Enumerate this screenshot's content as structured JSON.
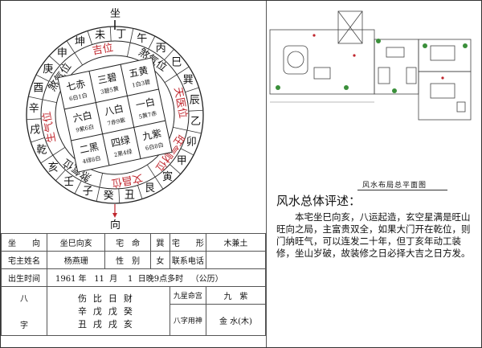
{
  "compass": {
    "top_label": "坐",
    "bottom_label": "向",
    "outer_ring": [
      "癸",
      "丑",
      "艮",
      "寅",
      "甲",
      "卯",
      "乙",
      "辰",
      "巽",
      "巳",
      "丙",
      "午",
      "丁",
      "未",
      "坤",
      "申",
      "庚",
      "酉",
      "辛",
      "戌",
      "乾",
      "亥",
      "壬",
      "子"
    ],
    "mid_ring": [
      "吉位",
      "煞气位",
      "生气位",
      "煞气位",
      "文昌位",
      "旺气财位",
      "天医位",
      "煞气位"
    ],
    "grid": [
      {
        "main": "七赤",
        "sub": "6白1白"
      },
      {
        "main": "三碧",
        "sub": "3碧5黄"
      },
      {
        "main": "五黄",
        "sub": "1白3碧"
      },
      {
        "main": "六白",
        "sub": "9紫6白"
      },
      {
        "main": "八白",
        "sub": "7赤9紫"
      },
      {
        "main": "一白",
        "sub": "5黄7赤"
      },
      {
        "main": "二黑",
        "sub": "4绿8白"
      },
      {
        "main": "四绿",
        "sub": "2黑4绿"
      },
      {
        "main": "九紫",
        "sub": "6白8白"
      }
    ]
  },
  "plan": {
    "title": "风水布局总平面图"
  },
  "evaluation": {
    "title": "风水总体评述：",
    "text": "本宅坐巳向亥，八运起造，玄空星满是旺山旺向之局，主富贵双全，如果大门开在乾位，则门纳旺气，可以连发二十年，但丁亥年动工装修，坐山岁破，故装修之日必择大吉之日方发。"
  },
  "table": {
    "row1": {
      "l1": "坐　　向",
      "v1": "坐巳向亥",
      "l2": "宅　命",
      "v2": "巽",
      "l3": "宅　　形",
      "v3": "木兼土"
    },
    "row2": {
      "l1": "宅主姓名",
      "v1": "杨燕珊",
      "l2": "性　别",
      "v2": "女",
      "l3": "联系电话",
      "v3": ""
    },
    "row3": {
      "l1": "出生时间",
      "year": "1961",
      "y": "年",
      "month": "11",
      "m": "月",
      "day": "1",
      "d": "日",
      "hour": "晚9点多",
      "h": "时",
      "cal": "（公历）"
    },
    "bazi": {
      "label_top": "八",
      "label_bottom": "字",
      "row_a": [
        "伤",
        "比",
        "日",
        "财"
      ],
      "row_b": [
        "辛",
        "戊",
        "戊",
        "癸"
      ],
      "row_c": [
        "丑",
        "戌",
        "戌",
        "亥"
      ]
    },
    "star": {
      "label": "九星命宫",
      "value": "九　紫"
    },
    "god": {
      "label": "八字用神",
      "value": "金 水(木)"
    }
  }
}
